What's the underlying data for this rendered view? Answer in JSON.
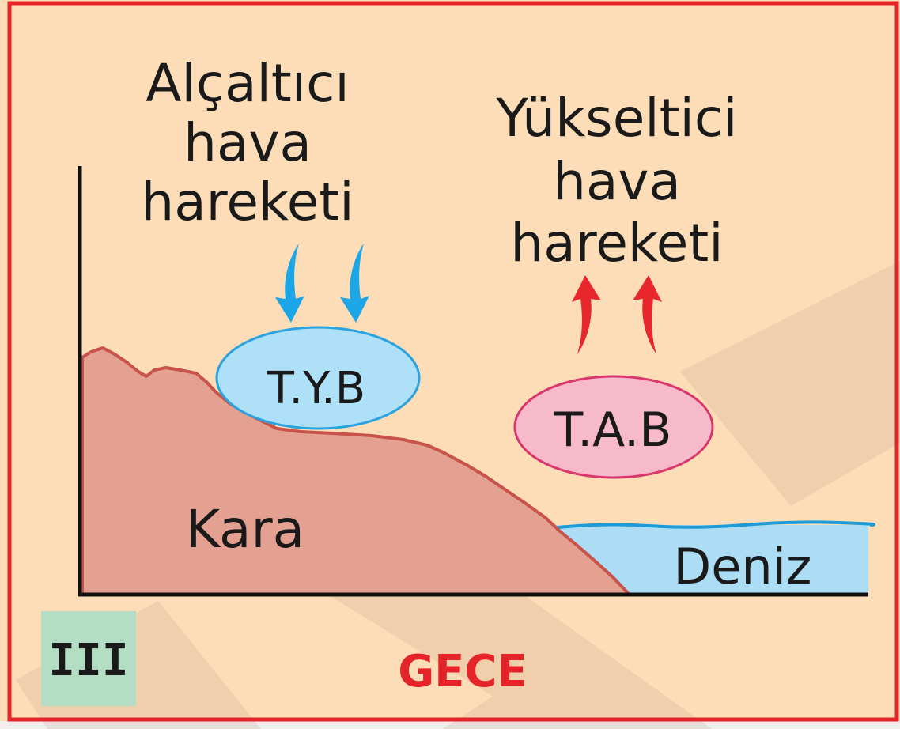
{
  "diagram": {
    "left_label": [
      "Alçaltıcı",
      "hava",
      "hareketi"
    ],
    "right_label": [
      "Yükseltici",
      "hava",
      "hareketi"
    ],
    "left_cell": "T.Y.B",
    "right_cell": "T.A.B",
    "land": "Kara",
    "sea": "Deniz",
    "panel_number": "III",
    "time_of_day": "GECE"
  },
  "icons": {
    "left_arrows": "down-arrow-icon",
    "right_arrows": "up-arrow-icon"
  },
  "colors": {
    "border": "#E42428",
    "background": "#FCDDB8",
    "watermark": "#B08870",
    "land_fill": "#E4A191",
    "land_outline": "#C8534B",
    "sea_fill": "#ACDDF5",
    "sea_outline": "#1E9BD7",
    "left_cell_fill": "#AEE0F8",
    "left_cell_outline": "#2BA3DF",
    "right_cell_fill": "#F7BACB",
    "right_cell_outline": "#D8386D",
    "left_arrow": "#1BA6E8",
    "right_arrow": "#E8272C",
    "panel_badge": "#B4DEC4",
    "time_text": "#E42428",
    "text": "#1A1A1A",
    "axis": "#111111"
  }
}
